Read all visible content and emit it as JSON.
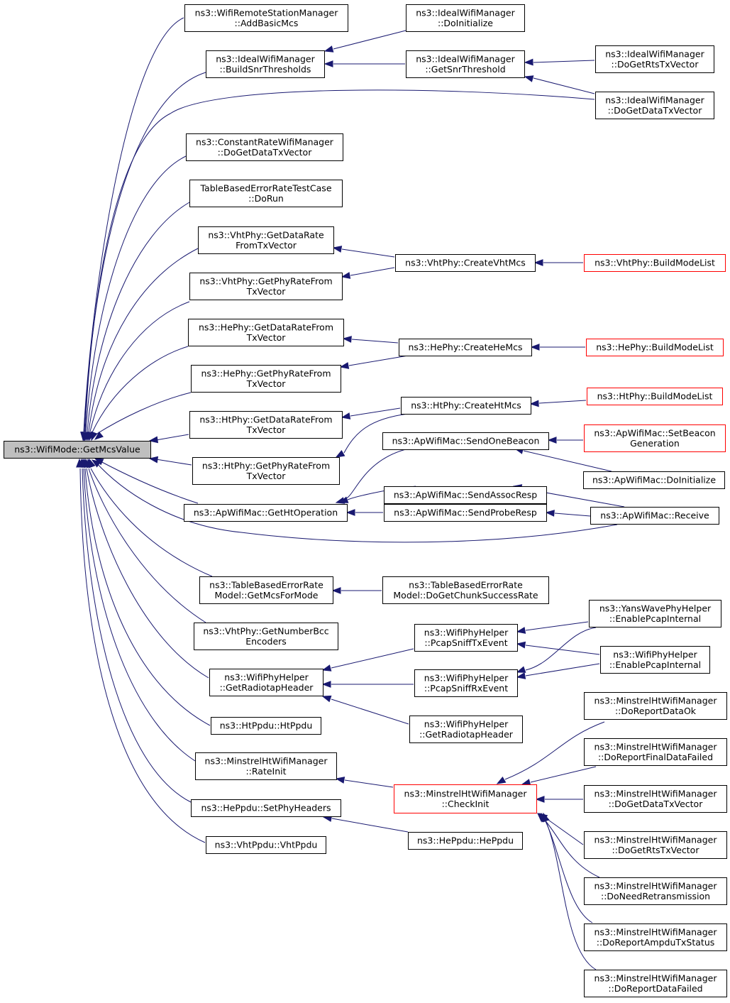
{
  "diagram": {
    "nodes": [
      {
        "id": "root",
        "lines": [
          "ns3::WifiMode::GetMcsValue"
        ],
        "style": "root"
      },
      {
        "id": "addBasicMcs",
        "lines": [
          "ns3::WifiRemoteStationManager",
          "::AddBasicMcs"
        ]
      },
      {
        "id": "buildSnr",
        "lines": [
          "ns3::IdealWifiManager",
          "::BuildSnrThresholds"
        ]
      },
      {
        "id": "idealDoInit",
        "lines": [
          "ns3::IdealWifiManager",
          "::DoInitialize"
        ]
      },
      {
        "id": "getSnr",
        "lines": [
          "ns3::IdealWifiManager",
          "::GetSnrThreshold"
        ]
      },
      {
        "id": "idealRts",
        "lines": [
          "ns3::IdealWifiManager",
          "::DoGetRtsTxVector"
        ]
      },
      {
        "id": "idealData",
        "lines": [
          "ns3::IdealWifiManager",
          "::DoGetDataTxVector"
        ]
      },
      {
        "id": "constData",
        "lines": [
          "ns3::ConstantRateWifiManager",
          "::DoGetDataTxVector"
        ]
      },
      {
        "id": "tableTest",
        "lines": [
          "TableBasedErrorRateTestCase",
          "::DoRun"
        ]
      },
      {
        "id": "vhtDataRate",
        "lines": [
          "ns3::VhtPhy::GetDataRate",
          "FromTxVector"
        ]
      },
      {
        "id": "createVht",
        "lines": [
          "ns3::VhtPhy::CreateVhtMcs"
        ]
      },
      {
        "id": "vhtBuild",
        "lines": [
          "ns3::VhtPhy::BuildModeList"
        ],
        "style": "red"
      },
      {
        "id": "vhtPhyRate",
        "lines": [
          "ns3::VhtPhy::GetPhyRateFrom",
          "TxVector"
        ]
      },
      {
        "id": "heDataRate",
        "lines": [
          "ns3::HePhy::GetDataRateFrom",
          "TxVector"
        ]
      },
      {
        "id": "createHe",
        "lines": [
          "ns3::HePhy::CreateHeMcs"
        ]
      },
      {
        "id": "heBuild",
        "lines": [
          "ns3::HePhy::BuildModeList"
        ],
        "style": "red"
      },
      {
        "id": "hePhyRate",
        "lines": [
          "ns3::HePhy::GetPhyRateFrom",
          "TxVector"
        ]
      },
      {
        "id": "htDataRate",
        "lines": [
          "ns3::HtPhy::GetDataRateFrom",
          "TxVector"
        ]
      },
      {
        "id": "createHt",
        "lines": [
          "ns3::HtPhy::CreateHtMcs"
        ]
      },
      {
        "id": "htBuild",
        "lines": [
          "ns3::HtPhy::BuildModeList"
        ],
        "style": "red"
      },
      {
        "id": "sendBeacon",
        "lines": [
          "ns3::ApWifiMac::SendOneBeacon"
        ]
      },
      {
        "id": "setBeacon",
        "lines": [
          "ns3::ApWifiMac::SetBeacon",
          "Generation"
        ],
        "style": "red"
      },
      {
        "id": "htPhyRate",
        "lines": [
          "ns3::HtPhy::GetPhyRateFrom",
          "TxVector"
        ]
      },
      {
        "id": "apDoInit",
        "lines": [
          "ns3::ApWifiMac::DoInitialize"
        ]
      },
      {
        "id": "sendAssoc",
        "lines": [
          "ns3::ApWifiMac::SendAssocResp"
        ]
      },
      {
        "id": "getHtOp",
        "lines": [
          "ns3::ApWifiMac::GetHtOperation"
        ]
      },
      {
        "id": "sendProbe",
        "lines": [
          "ns3::ApWifiMac::SendProbeResp"
        ]
      },
      {
        "id": "apReceive",
        "lines": [
          "ns3::ApWifiMac::Receive"
        ]
      },
      {
        "id": "getMcsForMode",
        "lines": [
          "ns3::TableBasedErrorRate",
          "Model::GetMcsForMode"
        ]
      },
      {
        "id": "chunkSuccess",
        "lines": [
          "ns3::TableBasedErrorRate",
          "Model::DoGetChunkSuccessRate"
        ]
      },
      {
        "id": "yansPcap",
        "lines": [
          "ns3::YansWavePhyHelper",
          "::EnablePcapInternal"
        ]
      },
      {
        "id": "vhtBcc",
        "lines": [
          "ns3::VhtPhy::GetNumberBcc",
          "Encoders"
        ]
      },
      {
        "id": "pcapTx",
        "lines": [
          "ns3::WifiPhyHelper",
          "::PcapSniffTxEvent"
        ]
      },
      {
        "id": "wifiPcap",
        "lines": [
          "ns3::WifiPhyHelper",
          "::EnablePcapInternal"
        ]
      },
      {
        "id": "getRadiotap",
        "lines": [
          "ns3::WifiPhyHelper",
          "::GetRadiotapHeader"
        ]
      },
      {
        "id": "pcapRx",
        "lines": [
          "ns3::WifiPhyHelper",
          "::PcapSniffRxEvent"
        ]
      },
      {
        "id": "htPpdu",
        "lines": [
          "ns3::HtPpdu::HtPpdu"
        ]
      },
      {
        "id": "getRadiotap2",
        "lines": [
          "ns3::WifiPhyHelper",
          "::GetRadiotapHeader"
        ]
      },
      {
        "id": "minReportOk",
        "lines": [
          "ns3::MinstrelHtWifiManager",
          "::DoReportDataOk"
        ]
      },
      {
        "id": "rateInit",
        "lines": [
          "ns3::MinstrelHtWifiManager",
          "::RateInit"
        ]
      },
      {
        "id": "minFinal",
        "lines": [
          "ns3::MinstrelHtWifiManager",
          "::DoReportFinalDataFailed"
        ]
      },
      {
        "id": "checkInit",
        "lines": [
          "ns3::MinstrelHtWifiManager",
          "::CheckInit"
        ],
        "style": "red"
      },
      {
        "id": "minData",
        "lines": [
          "ns3::MinstrelHtWifiManager",
          "::DoGetDataTxVector"
        ]
      },
      {
        "id": "hePpduSet",
        "lines": [
          "ns3::HePpdu::SetPhyHeaders"
        ]
      },
      {
        "id": "minRts",
        "lines": [
          "ns3::MinstrelHtWifiManager",
          "::DoGetRtsTxVector"
        ]
      },
      {
        "id": "hePpdu",
        "lines": [
          "ns3::HePpdu::HePpdu"
        ]
      },
      {
        "id": "vhtPpdu",
        "lines": [
          "ns3::VhtPpdu::VhtPpdu"
        ]
      },
      {
        "id": "minRetx",
        "lines": [
          "ns3::MinstrelHtWifiManager",
          "::DoNeedRetransmission"
        ]
      },
      {
        "id": "minAmpdu",
        "lines": [
          "ns3::MinstrelHtWifiManager",
          "::DoReportAmpduTxStatus"
        ]
      },
      {
        "id": "minFailed",
        "lines": [
          "ns3::MinstrelHtWifiManager",
          "::DoReportDataFailed"
        ]
      }
    ]
  },
  "colors": {
    "edge": "#191970",
    "root_fill": "#bfbfbf",
    "red_border": "#ff0000",
    "node_border": "#000000"
  }
}
